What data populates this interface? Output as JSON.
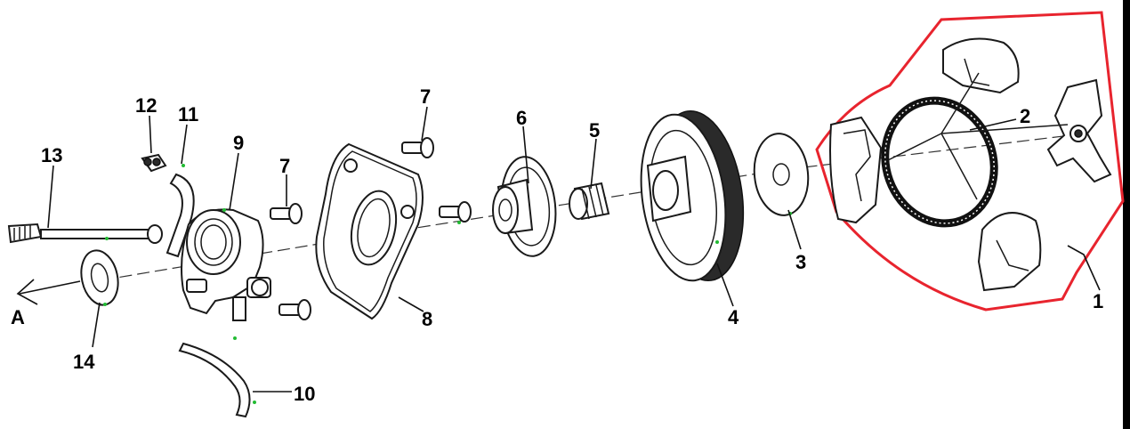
{
  "diagram": {
    "highlight_color": "#e8242e",
    "dot_color": "#22bb33",
    "direction_label": "A",
    "callouts": {
      "c1": "1",
      "c2": "2",
      "c3": "3",
      "c4": "4",
      "c5": "5",
      "c6": "6",
      "c7a": "7",
      "c7b": "7",
      "c8": "8",
      "c9": "9",
      "c10": "10",
      "c11": "11",
      "c12": "12",
      "c13": "13",
      "c14": "14"
    }
  }
}
